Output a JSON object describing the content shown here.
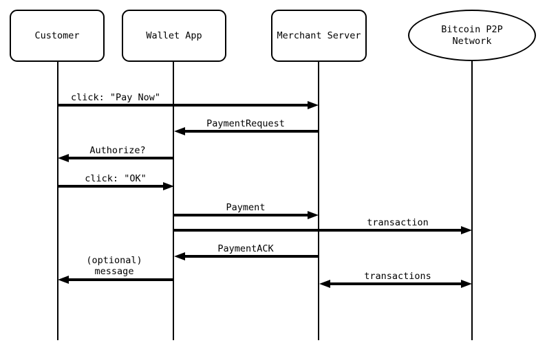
{
  "diagram_type": "sequence-diagram",
  "colors": {
    "line": "#000000",
    "background": "#ffffff",
    "text": "#000000"
  },
  "actors": [
    {
      "name": "Customer",
      "shape": "rounded-rectangle"
    },
    {
      "name": "Wallet App",
      "shape": "rounded-rectangle"
    },
    {
      "name": "Merchant Server",
      "shape": "rounded-rectangle"
    },
    {
      "name": "Bitcoin P2P\nNetwork",
      "shape": "ellipse"
    }
  ],
  "messages": [
    {
      "label": "click: \"Pay Now\"",
      "from": "Customer",
      "to": "Merchant Server",
      "direction": "right"
    },
    {
      "label": "PaymentRequest",
      "from": "Merchant Server",
      "to": "Wallet App",
      "direction": "left"
    },
    {
      "label": "Authorize?",
      "from": "Wallet App",
      "to": "Customer",
      "direction": "left"
    },
    {
      "label": "click: \"OK\"",
      "from": "Customer",
      "to": "Wallet App",
      "direction": "right"
    },
    {
      "label": "Payment",
      "from": "Wallet App",
      "to": "Merchant Server",
      "direction": "right"
    },
    {
      "label": "transaction",
      "from": "Wallet App",
      "to": "Bitcoin P2P Network",
      "direction": "right"
    },
    {
      "label": "PaymentACK",
      "from": "Merchant Server",
      "to": "Wallet App",
      "direction": "left"
    },
    {
      "label": "(optional)\nmessage",
      "from": "Wallet App",
      "to": "Customer",
      "direction": "left"
    },
    {
      "label": "transactions",
      "from": "Merchant Server",
      "to": "Bitcoin P2P Network",
      "direction": "both"
    }
  ]
}
